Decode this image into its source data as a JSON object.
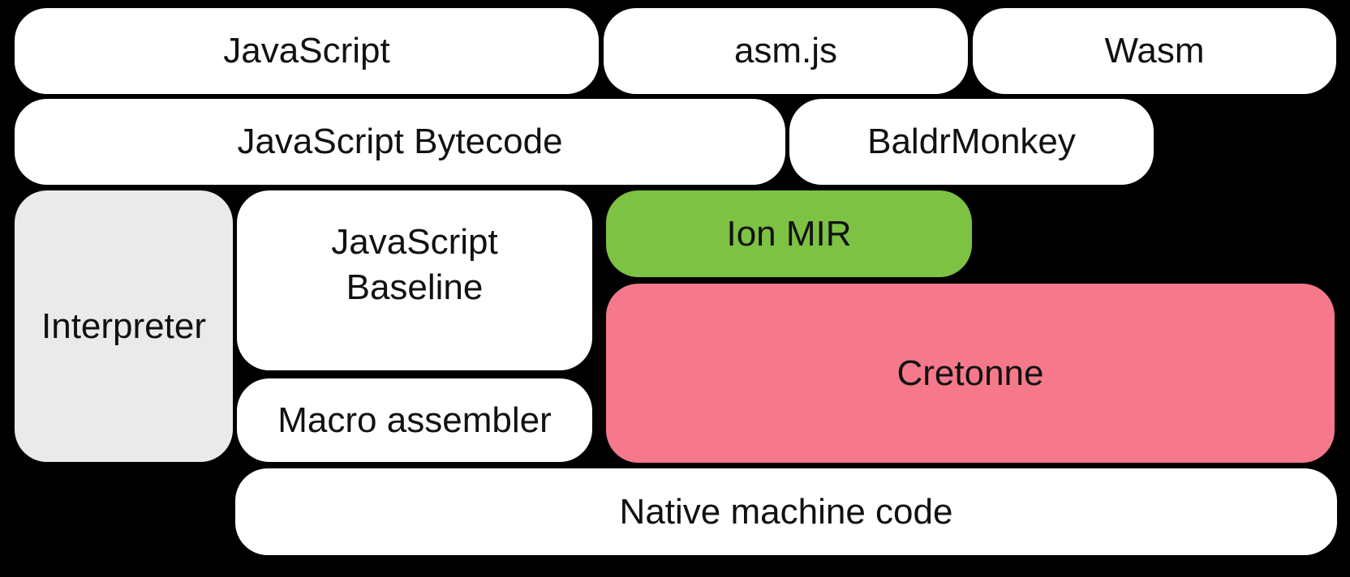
{
  "colors": {
    "background": "#000000",
    "box_default": "#FFFFFF",
    "interpreter_gray": "#EAEAEA",
    "ion_mir_green": "#7DC243",
    "cretonne_pink": "#F5798A",
    "text": "#111111"
  },
  "boxes": {
    "javascript": {
      "label": "JavaScript"
    },
    "asmjs": {
      "label": "asm.js"
    },
    "wasm": {
      "label": "Wasm"
    },
    "bytecode": {
      "label": "JavaScript Bytecode"
    },
    "baldrmonkey": {
      "label": "BaldrMonkey"
    },
    "interpreter": {
      "label": "Interpreter"
    },
    "baseline": {
      "label": "JavaScript\nBaseline"
    },
    "ion_mir": {
      "label": "Ion MIR"
    },
    "cretonne": {
      "label": "Cretonne"
    },
    "macro_assembler": {
      "label": "Macro assembler"
    },
    "native": {
      "label": "Native machine code"
    }
  }
}
